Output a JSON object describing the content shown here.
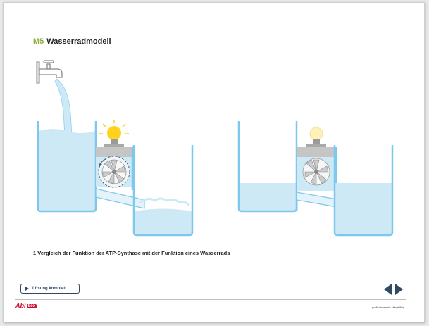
{
  "header": {
    "code": "M5",
    "title": "Wasserradmodell"
  },
  "caption": {
    "number": "1",
    "text": "Vergleich der Funktion der ATP-Synthase mit der Funktion eines Wasserrads"
  },
  "controls": {
    "solution_label": "Lösung komplett"
  },
  "footer": {
    "logo_text": "Abi",
    "logo_box": "box",
    "credit": "grafik/ernannte.Marybillor"
  },
  "colors": {
    "water": "#cde9f5",
    "tank": "#7ec8ee",
    "accent": "#8ab23a",
    "nav": "#2f4a64",
    "bulb_on": "#ffd21e",
    "bulb_off": "#fff2b8"
  },
  "scenes": [
    {
      "state": "active",
      "bulb": "lit",
      "wheel": "spinning"
    },
    {
      "state": "idle",
      "bulb": "dim",
      "wheel": "still"
    }
  ]
}
